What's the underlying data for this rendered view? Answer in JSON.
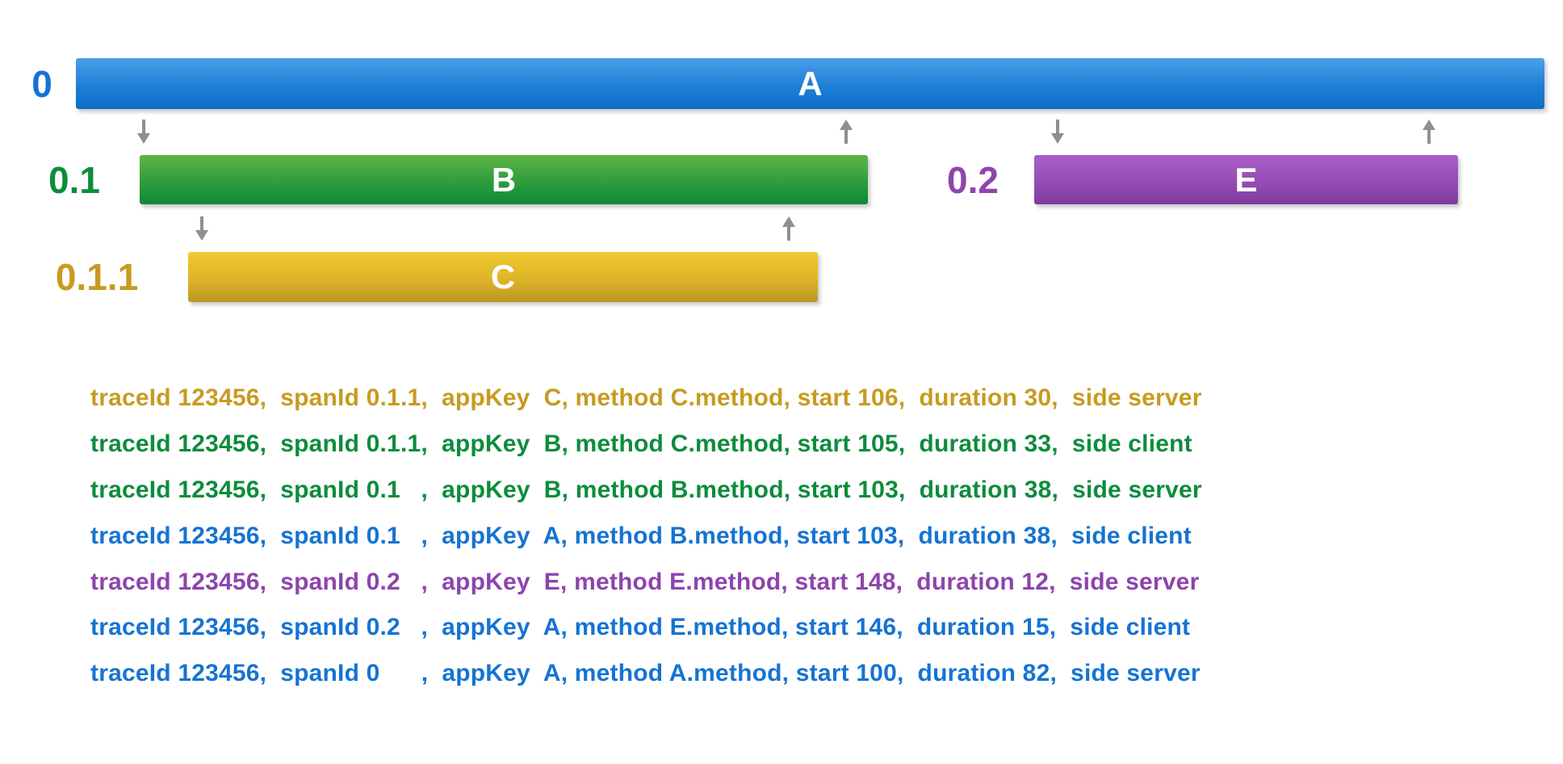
{
  "colors": {
    "blue_text": "#1673D2",
    "green_text": "#0D8C3C",
    "gold_text": "#C79B20",
    "purple_text": "#8E44AD",
    "bar_label_white": "#FFFFFF",
    "arrow_gray": "#8C8F93",
    "blue_bar_top": "#4B9FEA",
    "blue_bar_bottom": "#0C6EC6",
    "green_bar_top": "#5FB544",
    "green_bar_bottom": "#0D8A35",
    "gold_bar_top": "#F1CB30",
    "gold_bar_bottom": "#BD9721",
    "purple_bar_top": "#AA60C8",
    "purple_bar_bottom": "#7F3B9F"
  },
  "icons": {
    "down_arrow": "arrow-down",
    "up_arrow": "arrow-up"
  },
  "diagram": {
    "rows": [
      {
        "span_id": "0",
        "bar_label": "A"
      },
      {
        "span_id": "0.1",
        "bar_label": "B"
      },
      {
        "span_id": "0.2",
        "bar_label": "E"
      },
      {
        "span_id": "0.1.1",
        "bar_label": "C"
      }
    ]
  },
  "chart_data": {
    "type": "table",
    "title": "",
    "spans": [
      {
        "span_id": "0",
        "app": "A",
        "start": 100,
        "duration": 82,
        "parent": null
      },
      {
        "span_id": "0.1",
        "app": "B",
        "start": 103,
        "duration": 38,
        "parent": "0"
      },
      {
        "span_id": "0.2",
        "app": "E",
        "start": 148,
        "duration": 12,
        "parent": "0"
      },
      {
        "span_id": "0.1.1",
        "app": "C",
        "start": 106,
        "duration": 30,
        "parent": "0.1"
      }
    ]
  },
  "trace_records": [
    {
      "trace_id": "123456",
      "span_id": "0.1.1",
      "app_key": "C",
      "method": "C.method",
      "start": 106,
      "duration": 30,
      "side": "server",
      "color": "#C79B20",
      "text": "traceId 123456,  spanId 0.1.1,  appKey  C, method C.method, start 106,  duration 30,  side server"
    },
    {
      "trace_id": "123456",
      "span_id": "0.1.1",
      "app_key": "B",
      "method": "C.method",
      "start": 105,
      "duration": 33,
      "side": "client",
      "color": "#0D8C3C",
      "text": "traceId 123456,  spanId 0.1.1,  appKey  B, method C.method, start 105,  duration 33,  side client"
    },
    {
      "trace_id": "123456",
      "span_id": "0.1",
      "app_key": "B",
      "method": "B.method",
      "start": 103,
      "duration": 38,
      "side": "server",
      "color": "#0D8C3C",
      "text": "traceId 123456,  spanId 0.1   ,  appKey  B, method B.method, start 103,  duration 38,  side server"
    },
    {
      "trace_id": "123456",
      "span_id": "0.1",
      "app_key": "A",
      "method": "B.method",
      "start": 103,
      "duration": 38,
      "side": "client",
      "color": "#1673D2",
      "text": "traceId 123456,  spanId 0.1   ,  appKey  A, method B.method, start 103,  duration 38,  side client"
    },
    {
      "trace_id": "123456",
      "span_id": "0.2",
      "app_key": "E",
      "method": "E.method",
      "start": 148,
      "duration": 12,
      "side": "server",
      "color": "#8E44AD",
      "text": "traceId 123456,  spanId 0.2   ,  appKey  E, method E.method, start 148,  duration 12,  side server"
    },
    {
      "trace_id": "123456",
      "span_id": "0.2",
      "app_key": "A",
      "method": "E.method",
      "start": 146,
      "duration": 15,
      "side": "client",
      "color": "#1673D2",
      "text": "traceId 123456,  spanId 0.2   ,  appKey  A, method E.method, start 146,  duration 15,  side client"
    },
    {
      "trace_id": "123456",
      "span_id": "0",
      "app_key": "A",
      "method": "A.method",
      "start": 100,
      "duration": 82,
      "side": "server",
      "color": "#1673D2",
      "text": "traceId 123456,  spanId 0      ,  appKey  A, method A.method, start 100,  duration 82,  side server"
    }
  ]
}
